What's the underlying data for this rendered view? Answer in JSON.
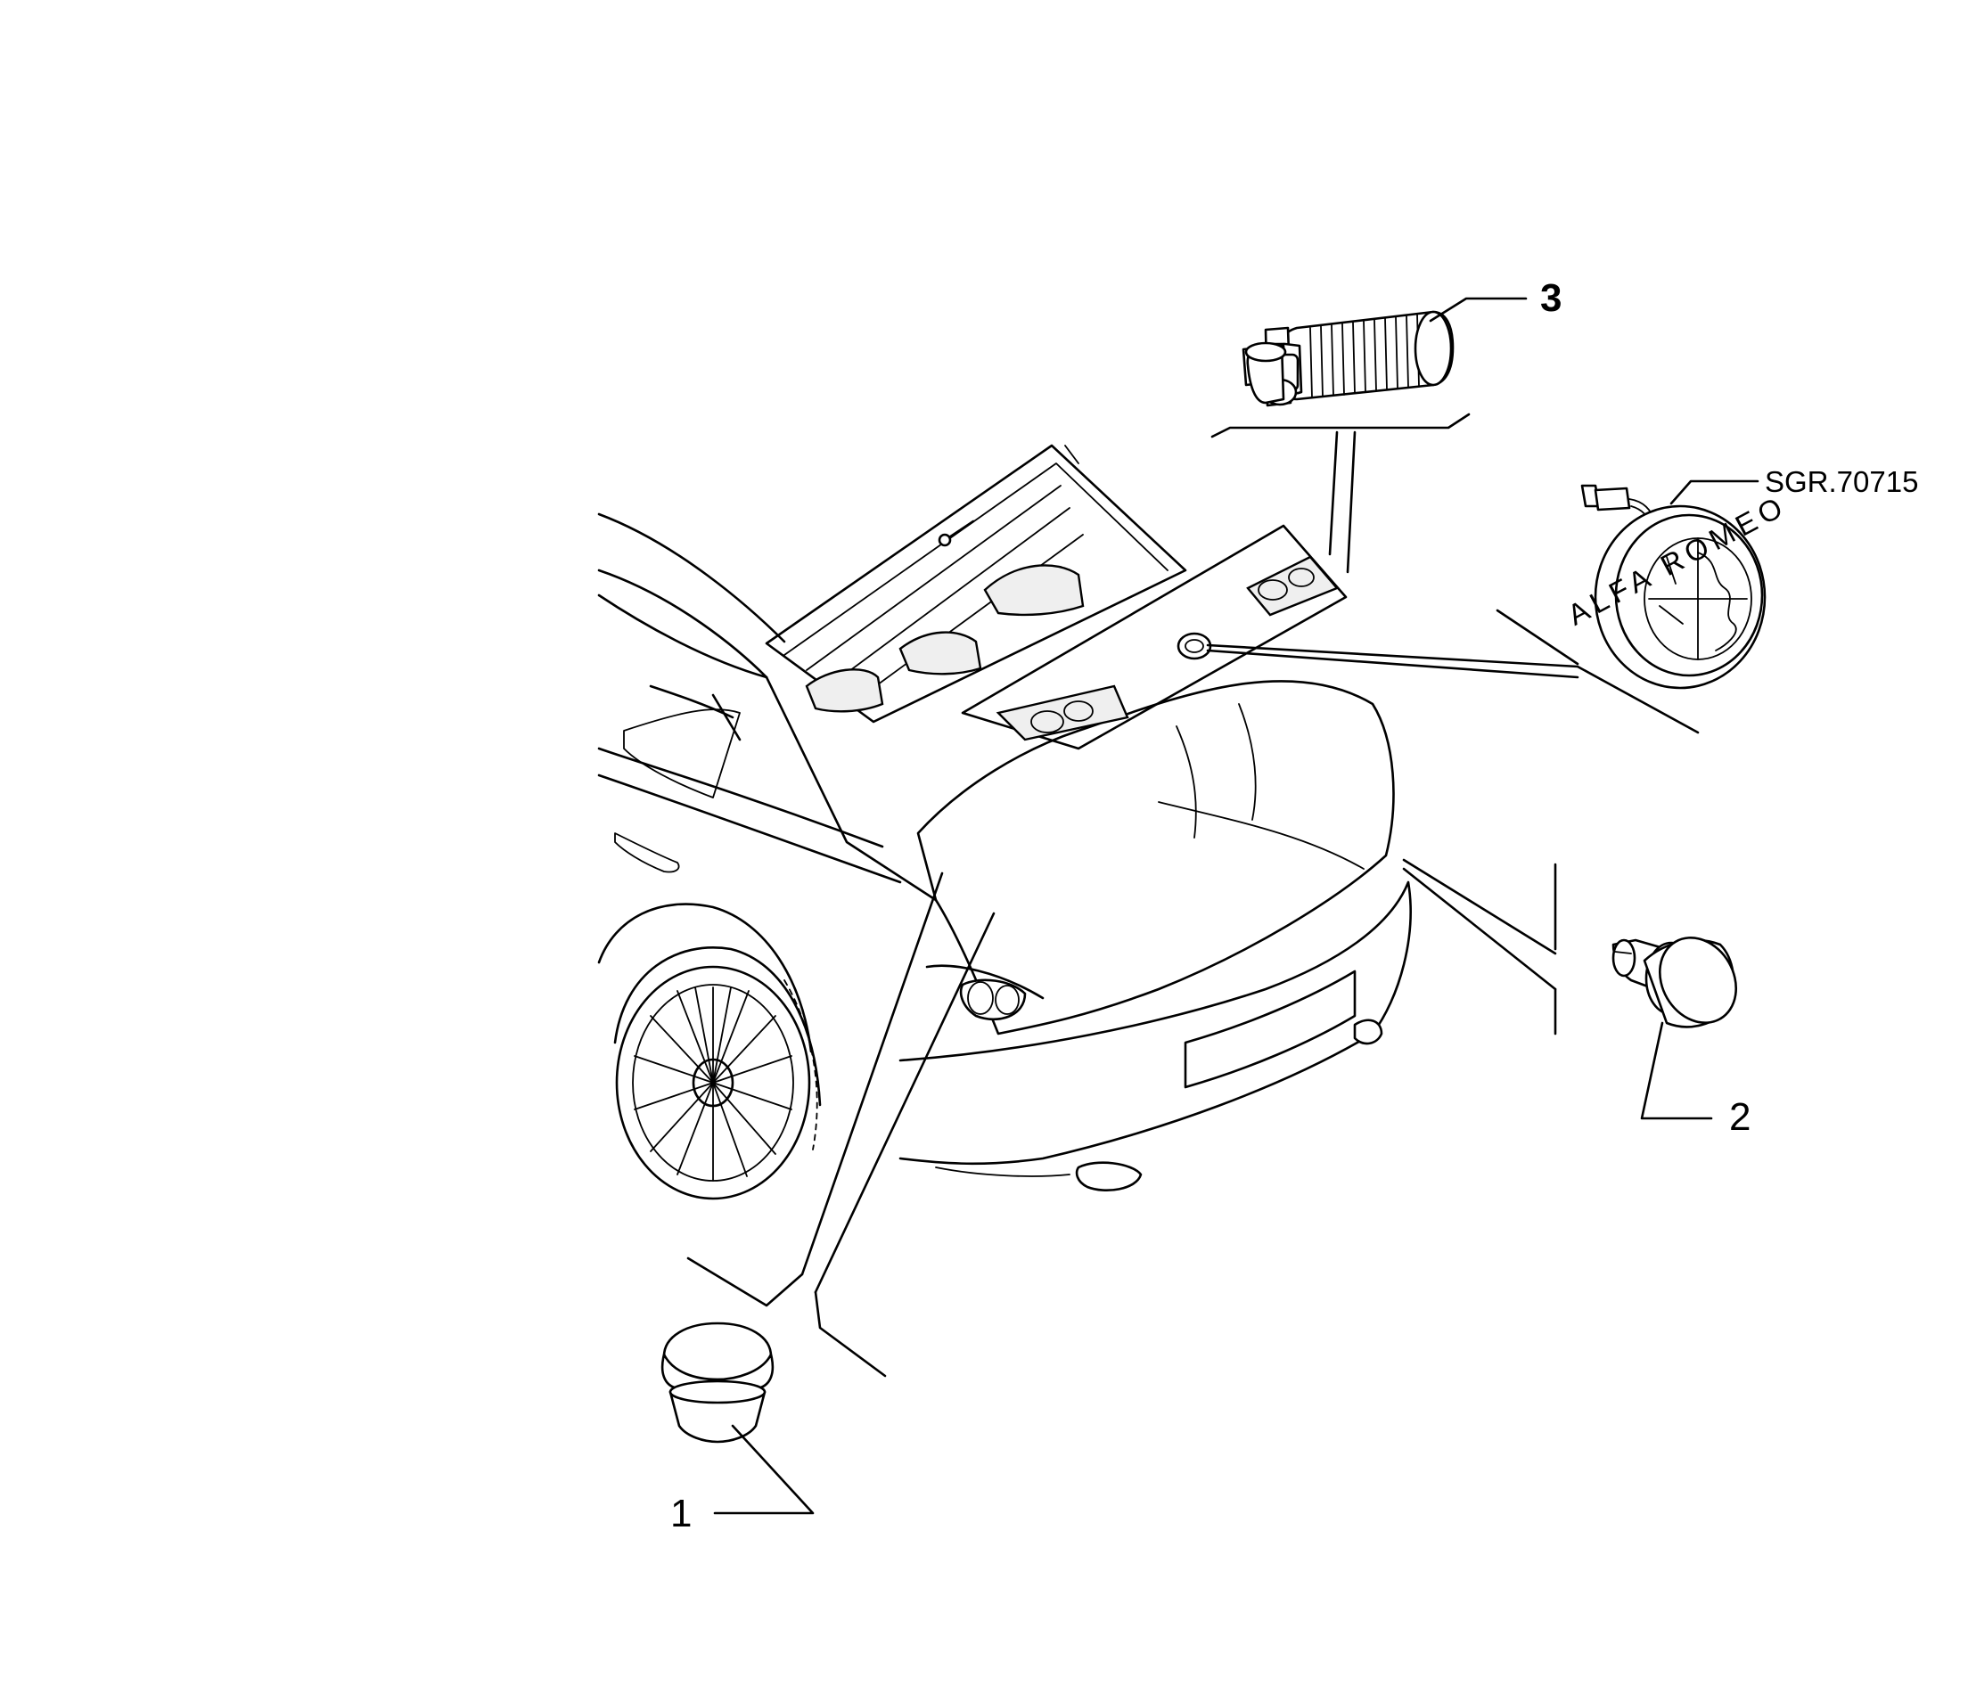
{
  "diagram": {
    "reference_code": "SGR.70715",
    "callouts": [
      {
        "id": "1",
        "text": "1"
      },
      {
        "id": "2",
        "text": "2"
      },
      {
        "id": "3",
        "text": "3"
      }
    ],
    "badge_lettering": "ALFA ROMEO"
  }
}
